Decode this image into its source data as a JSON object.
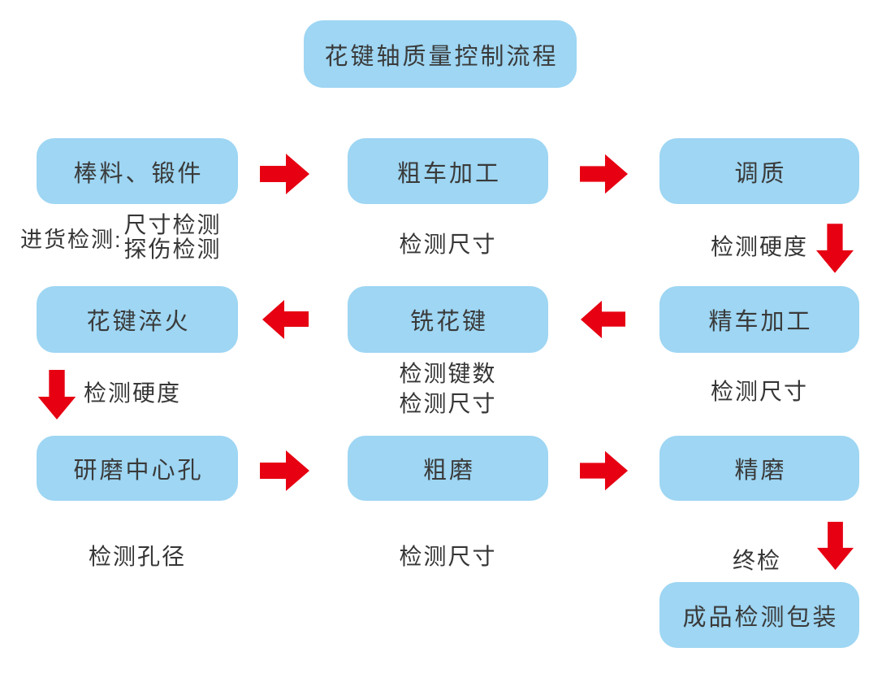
{
  "title": "花键轴质量控制流程",
  "colors": {
    "box_fill": "#9ED6F3",
    "arrow_red": "#E60012",
    "text": "#363636",
    "background": "#FFFFFF"
  },
  "nodes": {
    "raw_material": "棒料、锻件",
    "rough_turning": "粗车加工",
    "tempering": "调质",
    "spline_hardening": "花键淬火",
    "spline_milling": "铣花键",
    "finish_turning": "精车加工",
    "center_hole_grinding": "研磨中心孔",
    "rough_grinding": "粗磨",
    "fine_grinding": "精磨",
    "final_inspection_packaging": "成品检测包装"
  },
  "checks": {
    "incoming_prefix": "进货检测:",
    "incoming_item1": "尺寸检测",
    "incoming_item2": "探伤检测",
    "after_rough_turning": "检测尺寸",
    "after_tempering": "检测硬度",
    "after_spline_hardening": "检测硬度",
    "after_spline_milling_line1": "检测键数",
    "after_spline_milling_line2": "检测尺寸",
    "after_finish_turning": "检测尺寸",
    "after_center_hole_grinding": "检测孔径",
    "after_rough_grinding": "检测尺寸",
    "after_fine_grinding": "终检"
  }
}
